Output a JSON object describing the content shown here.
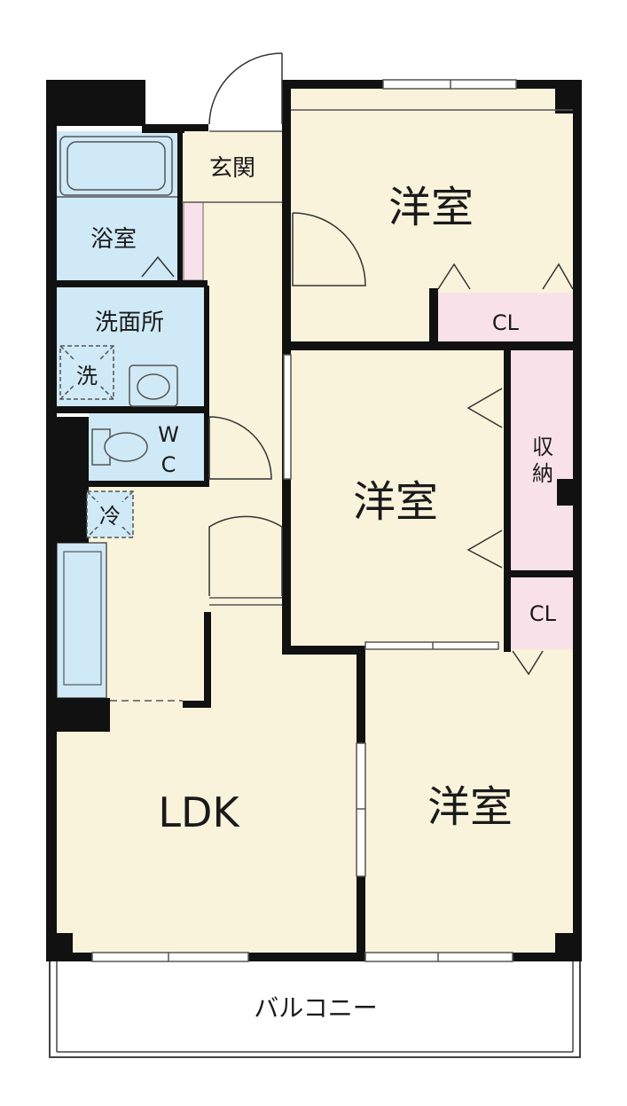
{
  "colors": {
    "wall": "#111111",
    "floor": "#faf3dc",
    "wet_area": "#cfe9f6",
    "storage": "#f9e1ea",
    "balcony": "#ffffff",
    "line": "#555555"
  },
  "rooms": {
    "entrance": "玄関",
    "bath": "浴室",
    "washroom": "洗面所",
    "washer": "洗",
    "wc_line1": "W",
    "wc_line2": "C",
    "fridge": "冷",
    "western_room_top": "洋室",
    "closet_top": "CL",
    "western_room_middle": "洋室",
    "storage": "収納",
    "closet_middle": "CL",
    "ldk": "LDK",
    "western_room_bottom": "洋室",
    "balcony": "バルコニー"
  }
}
